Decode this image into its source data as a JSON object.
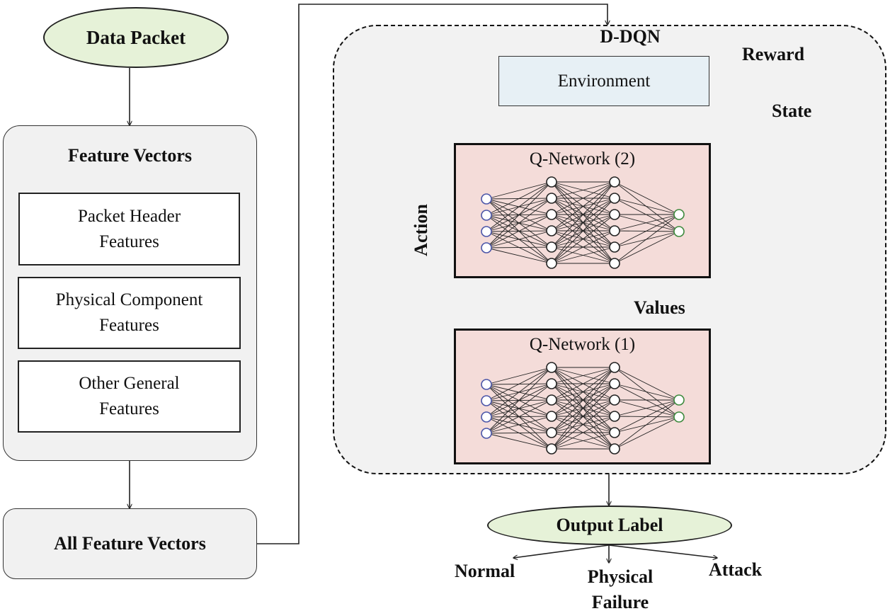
{
  "input": {
    "data_packet": "Data Packet"
  },
  "feature_vectors": {
    "title": "Feature Vectors",
    "items": [
      {
        "line1": "Packet Header",
        "line2": "Features"
      },
      {
        "line1": "Physical Component",
        "line2": "Features"
      },
      {
        "line1": "Other General",
        "line2": "Features"
      }
    ]
  },
  "all_feature_vectors": "All Feature Vectors",
  "ddqn": {
    "title": "D-DQN",
    "environment": "Environment",
    "q_network_2": "Q-Network (2)",
    "q_network_1": "Q-Network (1)",
    "labels": {
      "reward": "Reward",
      "state": "State",
      "values": "Values",
      "action": "Action"
    }
  },
  "output": {
    "label": "Output Label",
    "classes": [
      {
        "line1": "Normal"
      },
      {
        "line1": "Physical",
        "line2": "Failure"
      },
      {
        "line1": "Attack"
      }
    ]
  },
  "colors": {
    "ellipse_fill": "#e6f2d8",
    "panel_fill": "#f1f1f1",
    "environment_fill": "#e7f0f5",
    "qnetwork_fill": "#f4dcd9",
    "input_node": "#4a55a8",
    "output_node": "#3d8a3d"
  }
}
